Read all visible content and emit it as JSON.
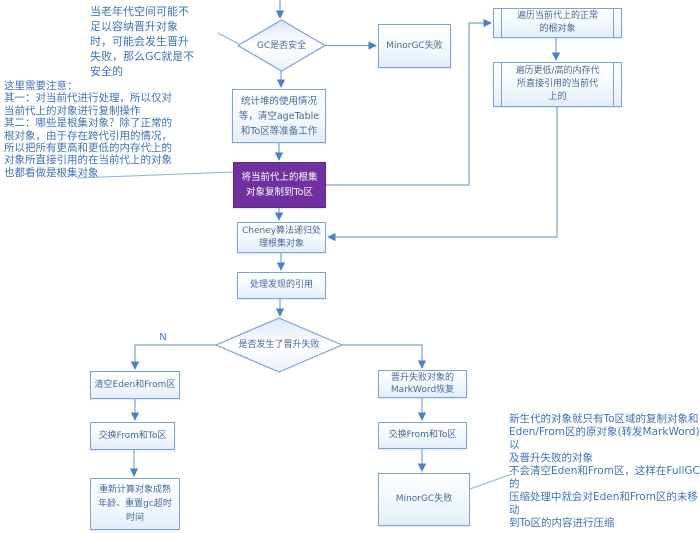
{
  "title": "MinorGC flowchart",
  "annotations": {
    "top_left": "当老年代空间可能不\n足以容纳晋升对象\n时，可能会发生晋升\n失败，那么GC就是不\n安全的",
    "left": "这里需要注意：\n其一：对当前代进行处理，所以仅对\n当前代上的对象进行复制操作\n其二：哪些是根集对象？除了正常的\n根对象，由于存在跨代引用的情况，\n所以把所有更高和更低的内存代上的\n对象所直接引用的在当前代上的对象\n也都看做是根集对象",
    "bottom_right": "新生代的对象就只有To区域的复制对象和\nEden/From区的原对象(转发MarkWord)以\n及晋升失败的对象\n不会清空Eden和From区，这样在FullGC的\n压缩处理中就会对Eden和From区的未移动\n到To区的内容进行压缩"
  },
  "nodes": {
    "check_gc_safe": "GC是否安全",
    "minorgc_fail_top": "MinorGC失败",
    "traverse_normal_roots": "遍历当前代上的正常\n的根对象",
    "traverse_cross_gen": "遍历更低/高的内存代\n所直接引用的当前代\n上的",
    "prepare": "统计堆的使用情况\n等，清空ageTable\n和To区等准备工作",
    "copy_roots": "将当前代上的根集\n对象复制到To区",
    "cheney": "Cheney算法递归处\n理根集对象",
    "process_refs": "处理发现的引用",
    "check_promotion_fail": "是否发生了晋升失败",
    "clear_eden_from": "清空Eden和From区",
    "swap_from_to_left": "交换From和To区",
    "recalc_age": "重新计算对象成熟\n年龄、重置gc超时\n时间",
    "restore_markword": "晋升失败对象的\nMarkWord恢复",
    "swap_from_to_right": "交换From和To区",
    "minorgc_fail_bottom": "MinorGC失败"
  },
  "labels": {
    "no_branch": "N"
  },
  "colors": {
    "shape_border": "#7ba3d6",
    "connector": "#7ba3d6",
    "arrowhead": "#4a82c4",
    "node_text": "#47689b",
    "annotation_text": "#3e73b7",
    "purple_fill": "#7030a0",
    "purple_text": "#ffffff",
    "background": "#ffffff"
  }
}
